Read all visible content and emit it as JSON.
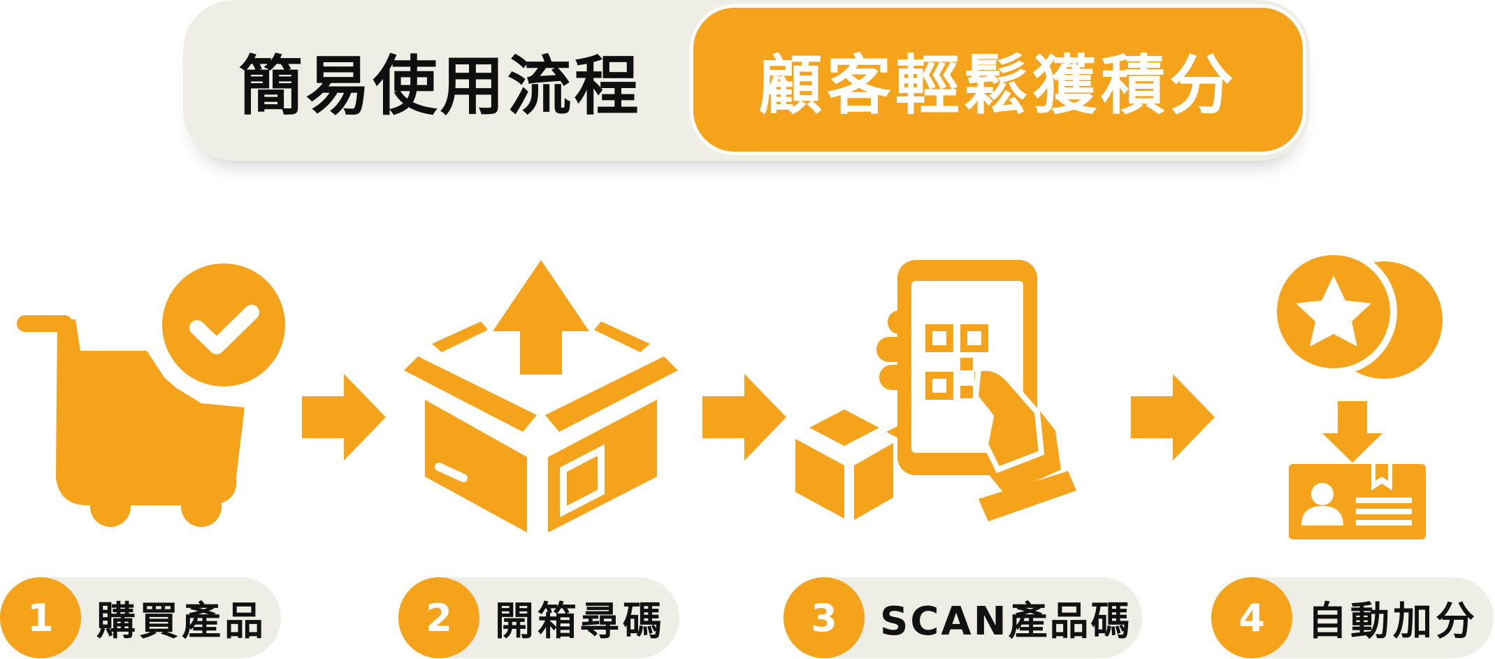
{
  "header": {
    "left_title": "簡易使用流程",
    "right_title": "顧客輕鬆獲積分"
  },
  "steps": [
    {
      "number": "1",
      "label": "購買產品",
      "icon": "shopping-cart-check-icon"
    },
    {
      "number": "2",
      "label": "開箱尋碼",
      "icon": "open-box-arrow-icon"
    },
    {
      "number": "3",
      "label": "SCAN產品碼",
      "icon": "phone-qr-scan-icon"
    },
    {
      "number": "4",
      "label": "自動加分",
      "icon": "star-coin-member-card-icon"
    }
  ],
  "colors": {
    "accent": "#f5a31a",
    "pill_background": "#efeee6",
    "text_dark": "#111111"
  }
}
